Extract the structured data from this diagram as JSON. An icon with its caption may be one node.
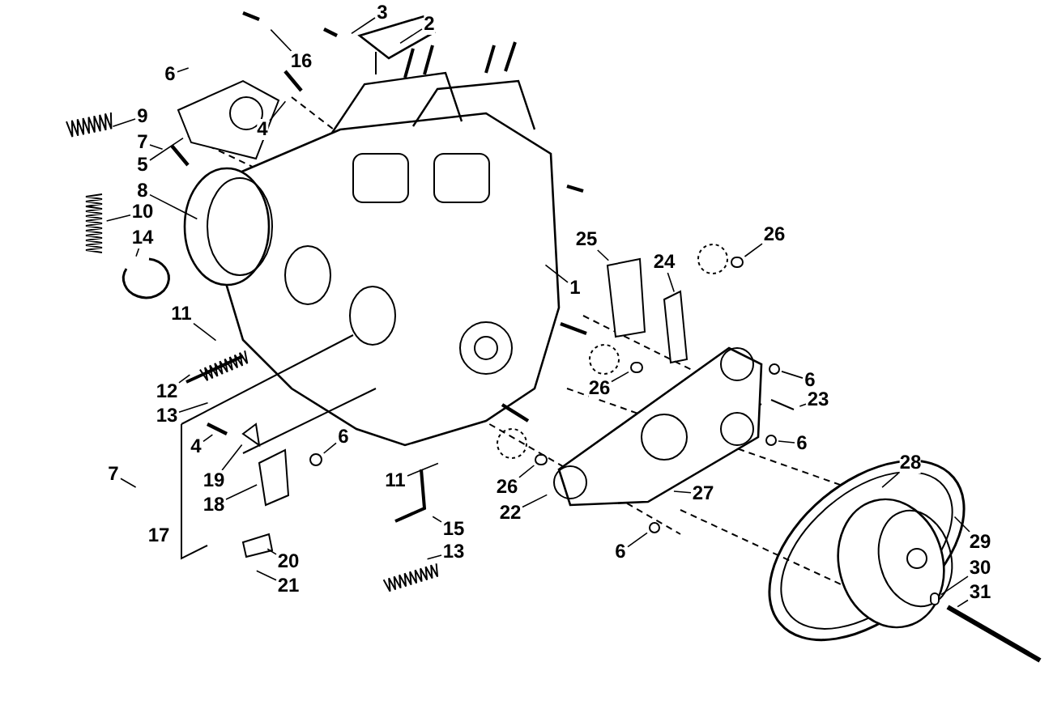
{
  "diagram": {
    "nodes": [
      {
        "text": [
          "1"
        ]
      },
      {
        "text": [
          "2"
        ]
      },
      {
        "text": [
          "3"
        ]
      },
      {
        "text": [
          "16"
        ]
      },
      {
        "text": [
          "6"
        ]
      },
      {
        "text": [
          "9"
        ]
      },
      {
        "text": [
          "7"
        ]
      },
      {
        "text": [
          "4"
        ]
      },
      {
        "text": [
          "5"
        ]
      },
      {
        "text": [
          "8"
        ]
      },
      {
        "text": [
          "10"
        ]
      },
      {
        "text": [
          "14"
        ]
      },
      {
        "text": [
          "11"
        ]
      },
      {
        "text": [
          "12"
        ]
      },
      {
        "text": [
          "13"
        ]
      },
      {
        "text": [
          "4"
        ]
      },
      {
        "text": [
          "6"
        ]
      },
      {
        "text": [
          "7"
        ]
      },
      {
        "text": [
          "19"
        ]
      },
      {
        "text": [
          "18"
        ]
      },
      {
        "text": [
          "20"
        ]
      },
      {
        "text": [
          "21"
        ]
      },
      {
        "text": [
          "11"
        ]
      },
      {
        "text": [
          "15"
        ]
      },
      {
        "text": [
          "13"
        ]
      },
      {
        "text": [
          "26"
        ]
      },
      {
        "text": [
          "22"
        ]
      },
      {
        "text": [
          "25"
        ]
      },
      {
        "text": [
          "24"
        ]
      },
      {
        "text": [
          "26"
        ]
      },
      {
        "text": [
          "26"
        ]
      },
      {
        "text": [
          "6"
        ]
      },
      {
        "text": [
          "23"
        ]
      },
      {
        "text": [
          "6"
        ]
      },
      {
        "text": [
          "27"
        ]
      },
      {
        "text": [
          "6"
        ]
      },
      {
        "text": [
          "28"
        ]
      },
      {
        "text": [
          "29"
        ]
      },
      {
        "text": [
          "30"
        ]
      },
      {
        "text": [
          "31"
        ]
      },
      {
        "text": [
          "17"
        ]
      },
      {
        "text": [],
        "shape": "circle"
      },
      {
        "text": [],
        "shape": "circle"
      },
      {
        "text": [],
        "shape": "circle"
      },
      {
        "text": [],
        "shape": "circle"
      },
      {
        "text": [],
        "shape": "circle"
      },
      {
        "text": [],
        "shape": "circle"
      },
      {
        "text": [],
        "shape": "circle"
      },
      {
        "text": [],
        "shape": "circle"
      }
    ],
    "edges": [
      {
        "from": 0,
        "to": null,
        "arrow": "none"
      },
      {
        "from": 1,
        "to": null,
        "arrow": "none"
      },
      {
        "from": 2,
        "to": null,
        "arrow": "none"
      },
      {
        "from": 3,
        "to": null,
        "arrow": "none"
      },
      {
        "from": 4,
        "to": null,
        "arrow": "none"
      },
      {
        "from": 5,
        "to": null,
        "arrow": "none"
      },
      {
        "from": 6,
        "to": null,
        "arrow": "none"
      },
      {
        "from": 7,
        "to": null,
        "arrow": "none"
      },
      {
        "from": 8,
        "to": null,
        "arrow": "none"
      },
      {
        "from": 9,
        "to": null,
        "arrow": "none"
      },
      {
        "from": 10,
        "to": null,
        "arrow": "none"
      },
      {
        "from": 11,
        "to": null,
        "arrow": "none"
      },
      {
        "from": 12,
        "to": null,
        "arrow": "none"
      },
      {
        "from": 13,
        "to": null,
        "arrow": "none"
      },
      {
        "from": 14,
        "to": null,
        "arrow": "none"
      },
      {
        "from": 15,
        "to": null,
        "arrow": "none"
      },
      {
        "from": 16,
        "to": 41,
        "arrow": "none"
      },
      {
        "from": 17,
        "to": null,
        "arrow": "none"
      },
      {
        "from": 18,
        "to": null,
        "arrow": "none"
      },
      {
        "from": 19,
        "to": null,
        "arrow": "none"
      },
      {
        "from": 20,
        "to": null,
        "arrow": "none"
      },
      {
        "from": 21,
        "to": null,
        "arrow": "none"
      },
      {
        "from": 22,
        "to": null,
        "arrow": "none"
      },
      {
        "from": 23,
        "to": null,
        "arrow": "none"
      },
      {
        "from": 24,
        "to": null,
        "arrow": "none"
      },
      {
        "from": 25,
        "to": 42,
        "arrow": "none"
      },
      {
        "from": 26,
        "to": null,
        "arrow": "none"
      },
      {
        "from": 27,
        "to": null,
        "arrow": "none"
      },
      {
        "from": 28,
        "to": null,
        "arrow": "none"
      },
      {
        "from": 29,
        "to": 43,
        "arrow": "none"
      },
      {
        "from": 30,
        "to": 44,
        "arrow": "none"
      },
      {
        "from": 31,
        "to": 45,
        "arrow": "none"
      },
      {
        "from": 32,
        "to": null,
        "arrow": "none"
      },
      {
        "from": 33,
        "to": 46,
        "arrow": "none"
      },
      {
        "from": 34,
        "to": null,
        "arrow": "none"
      },
      {
        "from": 35,
        "to": 47,
        "arrow": "none"
      },
      {
        "from": 36,
        "to": null,
        "arrow": "none"
      },
      {
        "from": 37,
        "to": null,
        "arrow": "none"
      },
      {
        "from": 38,
        "to": 48,
        "arrow": "none"
      },
      {
        "from": 39,
        "to": null,
        "arrow": "none"
      }
    ]
  }
}
